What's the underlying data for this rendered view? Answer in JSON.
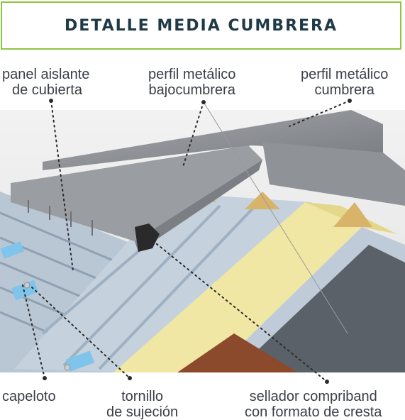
{
  "title": "DETALLE MEDIA CUMBRERA",
  "labels": {
    "panel": [
      "panel aislante",
      "de cubierta"
    ],
    "bajocumbrera": [
      "perfil metálico",
      "bajocumbrera"
    ],
    "cumbrera": [
      "perfil metálico",
      "cumbrera"
    ],
    "capeloto": [
      "capeloto"
    ],
    "tornillo": [
      "tornillo",
      "de sujeción"
    ],
    "sellador": [
      "sellador compriband",
      "con formato de cresta"
    ]
  },
  "colors": {
    "frame": "#8cc63f",
    "title": "#1f3a46",
    "panel": "#b9c7d5",
    "foam": "#efe7a3",
    "metal": "#8c8f94",
    "sealer": "#2a2a2a",
    "washer": "#7fc4ea"
  }
}
